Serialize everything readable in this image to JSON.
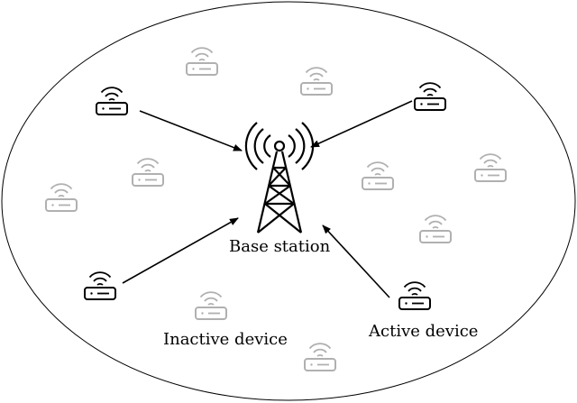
{
  "diagram": {
    "base_station_label": "Base station",
    "inactive_label": "Inactive device",
    "active_label": "Active device",
    "colors": {
      "active": "#000000",
      "inactive": "#b0b0b0",
      "boundary": "#000000"
    },
    "icons": {
      "base_station": "cell-tower-icon",
      "device": "wifi-router-icon"
    }
  }
}
